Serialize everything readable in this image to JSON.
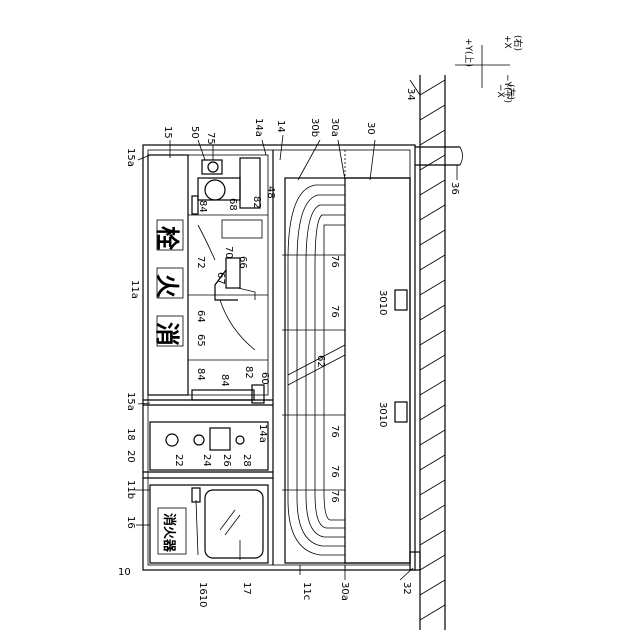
{
  "axes": {
    "plus_x": "+X",
    "plus_x_sub": "(右)",
    "minus_x": "−X",
    "minus_x_sub": "(左)",
    "plus_y": "+Y(上)",
    "minus_y": "−Y(下)"
  },
  "cabinet": {
    "hydrant_chars": [
      "消",
      "火",
      "栓"
    ],
    "extinguisher_label": "消火器"
  },
  "refs": {
    "r10": "10",
    "r11a": "11a",
    "r11b": "11b",
    "r11c": "11c",
    "r14": "14",
    "r14a_top": "14a",
    "r14a_bot": "14a",
    "r15": "15",
    "r15a_top": "15a",
    "r15a_bot": "15a",
    "r16": "16",
    "r17": "17",
    "r18": "18",
    "r20": "20",
    "r22": "22",
    "r24": "24",
    "r26": "26",
    "r28": "28",
    "r30": "30",
    "r30a_top": "30a",
    "r30a_bot": "30a",
    "r30b": "30b",
    "r32": "32",
    "r34": "34",
    "r36": "36",
    "r48": "48",
    "r50": "50",
    "r60": "60",
    "r62": "62",
    "r64": "64",
    "r65": "65",
    "r66": "66",
    "r67": "67",
    "r68": "68",
    "r70": "70",
    "r72": "72",
    "r75": "75",
    "r76a": "76",
    "r76b": "76",
    "r76c": "76",
    "r76d": "76",
    "r76e": "76",
    "r82a": "82",
    "r82b": "82",
    "r84a": "84",
    "r84b": "84",
    "r84c": "84",
    "r1610": "1610",
    "r3010a": "3010",
    "r3010b": "3010"
  }
}
